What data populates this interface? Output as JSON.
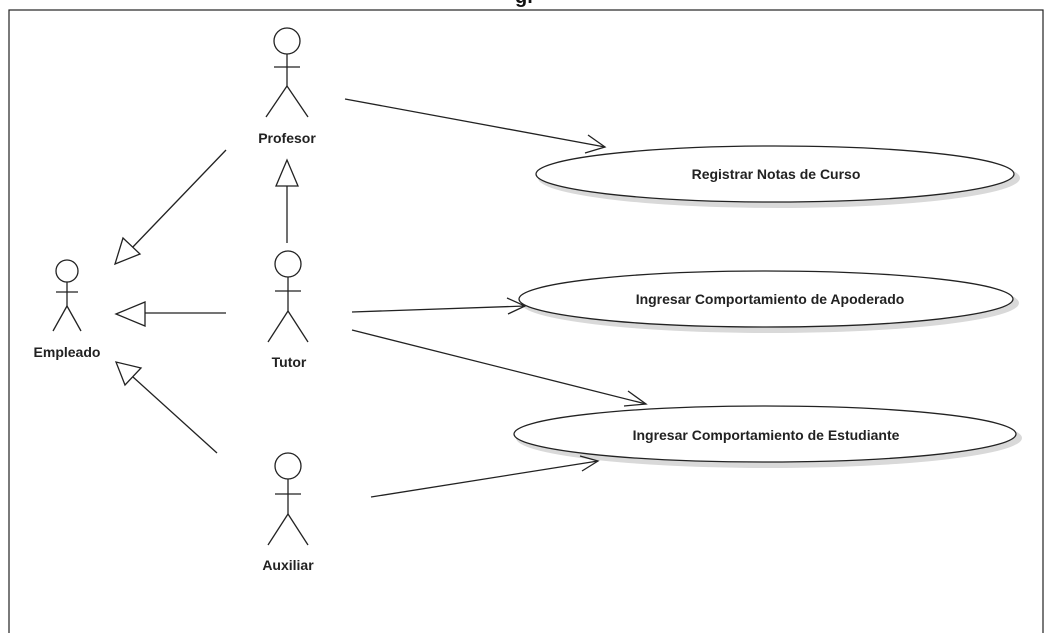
{
  "diagram": {
    "title": "gr",
    "actors": {
      "empleado": "Empleado",
      "profesor": "Profesor",
      "tutor": "Tutor",
      "auxiliar": "Auxiliar"
    },
    "use_cases": {
      "registrar_notas": "Registrar Notas de Curso",
      "comportamiento_apoderado": "Ingresar Comportamiento de Apoderado",
      "comportamiento_estudiante": "Ingresar Comportamiento de Estudiante"
    }
  }
}
